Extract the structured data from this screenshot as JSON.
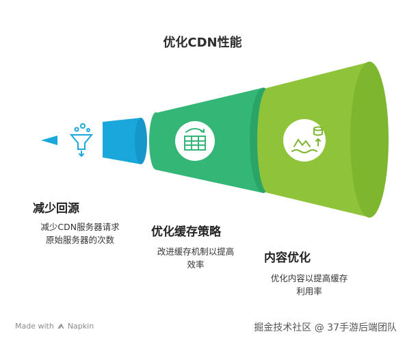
{
  "title": "优化CDN性能",
  "stages": [
    {
      "id": "reduce",
      "heading": "减少回源",
      "desc_lines": [
        "减少CDN服务器请求",
        "原始服务器的次数"
      ],
      "color": "#1aa7dc",
      "icon": "funnel-icon"
    },
    {
      "id": "strategy",
      "heading": "优化缓存策略",
      "desc_lines": [
        "改进缓存机制以提高",
        "效率"
      ],
      "color": "#34b676",
      "icon": "grid-refresh-icon"
    },
    {
      "id": "content",
      "heading": "内容优化",
      "desc_lines": [
        "优化内容以提高缓存",
        "利用率"
      ],
      "color": "#8fc43a",
      "icon": "growth-icon"
    }
  ],
  "footer": {
    "made_with": "Made with",
    "brand": "Napkin",
    "watermark": "掘金技术社区 @ 37手游后端团队"
  }
}
